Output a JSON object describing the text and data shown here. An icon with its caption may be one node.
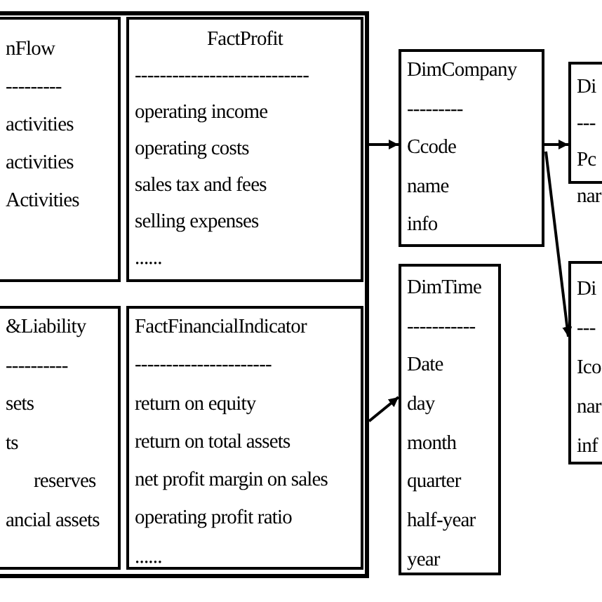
{
  "diagram": {
    "nodes": [
      {
        "text": [],
        "shape": "box"
      },
      {
        "text": [
          "nFlow",
          "---------",
          "activities",
          "activities",
          "Activities"
        ],
        "in": 0
      },
      {
        "text": [
          "FactProfit",
          "----------------------------",
          "operating income",
          "operating costs",
          "sales tax and fees",
          "selling expenses",
          "......"
        ],
        "in": 0
      },
      {
        "text": [
          "&Liability",
          "----------",
          "sets",
          "ts",
          "reserves",
          "ancial assets"
        ],
        "in": 0
      },
      {
        "text": [
          "FactFinancialIndicator",
          "----------------------",
          "return on equity",
          "return on total assets",
          "net profit margin on sales",
          "operating profit ratio",
          "......"
        ],
        "in": 0
      },
      {
        "text": [
          "DimCompany",
          "---------",
          "Ccode",
          "name",
          "info"
        ]
      },
      {
        "text": [
          "Di",
          "---",
          "Pc",
          "nar"
        ]
      },
      {
        "text": [
          "DimTime",
          "-----------",
          "Date",
          "day",
          "month",
          "quarter",
          "half-year",
          "year"
        ]
      },
      {
        "text": [
          "Di",
          "---",
          "Ico",
          "nar",
          "inf"
        ]
      }
    ],
    "edges": [
      {
        "from": 0,
        "to": 5,
        "arrow": "to"
      },
      {
        "from": 0,
        "to": 7,
        "arrow": "to"
      },
      {
        "from": 5,
        "to": 6,
        "arrow": "to"
      },
      {
        "from": 5,
        "to": 8,
        "arrow": "to"
      }
    ]
  }
}
